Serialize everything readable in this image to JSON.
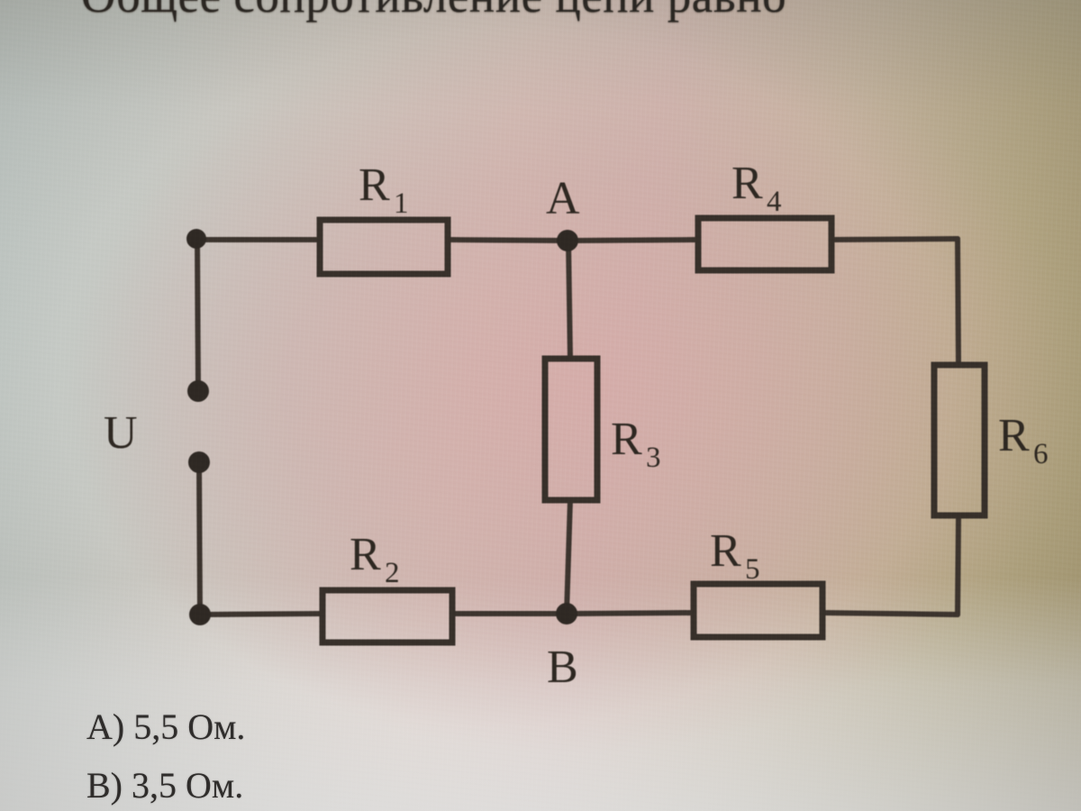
{
  "page": {
    "question_title": "Общее сопротивление цепи равно",
    "answers": [
      {
        "key": "answer-a",
        "text": "А) 5,5 Ом."
      },
      {
        "key": "answer-b",
        "text": "В) 3,5 Ом."
      }
    ]
  },
  "circuit": {
    "source_label": "U",
    "nodes": [
      {
        "name": "A",
        "label": "A"
      },
      {
        "name": "B",
        "label": "B"
      }
    ],
    "resistors": [
      {
        "id": "r1",
        "base": "R",
        "sub": "1",
        "orientation": "horizontal"
      },
      {
        "id": "r2",
        "base": "R",
        "sub": "2",
        "orientation": "horizontal"
      },
      {
        "id": "r3",
        "base": "R",
        "sub": "3",
        "orientation": "vertical"
      },
      {
        "id": "r4",
        "base": "R",
        "sub": "4",
        "orientation": "horizontal"
      },
      {
        "id": "r5",
        "base": "R",
        "sub": "5",
        "orientation": "horizontal"
      },
      {
        "id": "r6",
        "base": "R",
        "sub": "6",
        "orientation": "vertical"
      }
    ]
  },
  "colors": {
    "ink": "#2d2721",
    "paper_left": "#c3ccc9",
    "paper_center": "#d2bdb4",
    "paper_right": "#ada077"
  }
}
